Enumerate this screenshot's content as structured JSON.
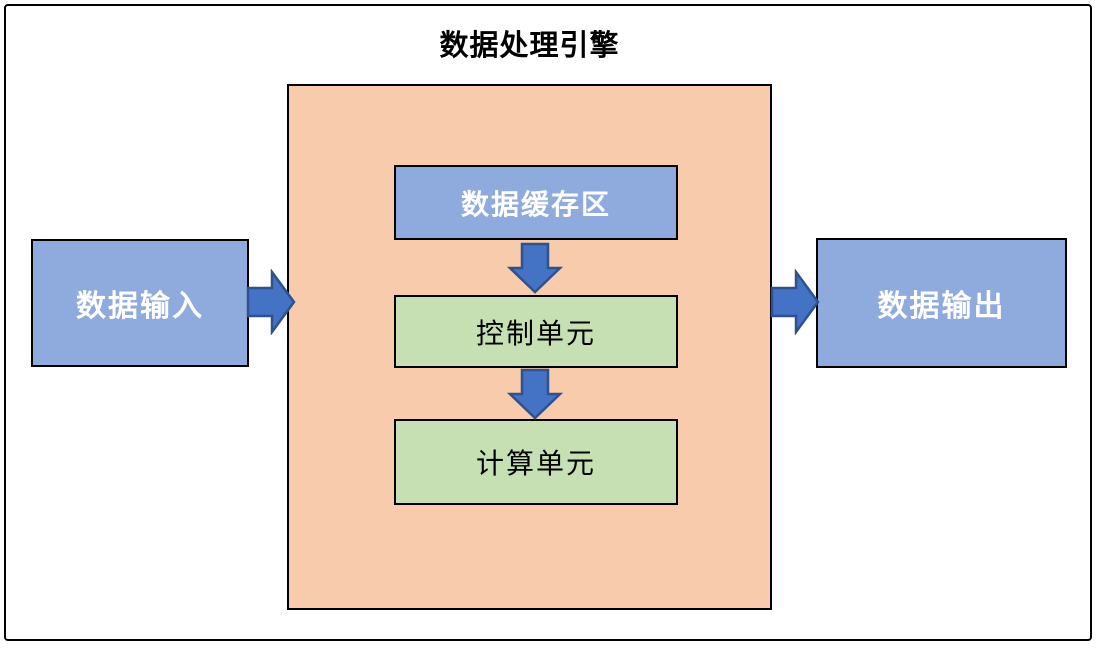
{
  "diagram": {
    "title": "数据处理引擎",
    "nodes": {
      "input": {
        "label": "数据输入"
      },
      "output": {
        "label": "数据输出"
      },
      "buffer": {
        "label": "数据缓存区"
      },
      "control": {
        "label": "控制单元"
      },
      "compute": {
        "label": "计算单元"
      }
    },
    "edges": [
      {
        "from": "input",
        "to": "engine-container",
        "direction": "right"
      },
      {
        "from": "buffer",
        "to": "control",
        "direction": "down"
      },
      {
        "from": "control",
        "to": "compute",
        "direction": "down"
      },
      {
        "from": "engine-container",
        "to": "output",
        "direction": "right"
      }
    ],
    "colors": {
      "box_blue": "#8FAADC",
      "box_green": "#C6E0B4",
      "container_orange": "#F8CBAD",
      "arrow_fill": "#4472C4",
      "arrow_stroke": "#2F528F",
      "border": "#000000",
      "text_on_blue": "#FFFFFF",
      "text_on_green": "#000000",
      "title_text": "#000000"
    }
  }
}
